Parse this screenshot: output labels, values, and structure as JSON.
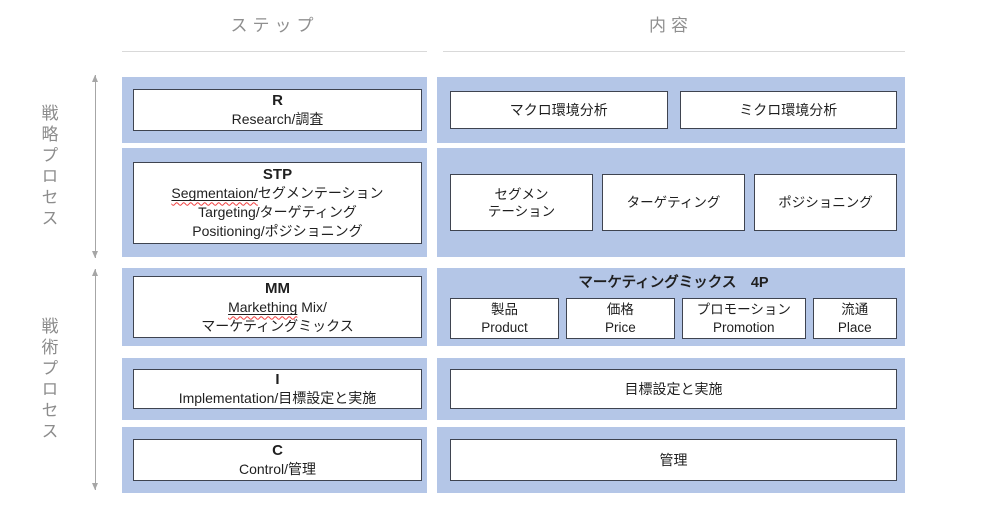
{
  "colors": {
    "row_bg": "#b4c6e7",
    "box_border": "#3f4450",
    "header_text": "#8f8f8f",
    "rail_text": "#8c8c8c",
    "arrow": "#a6a6a6",
    "divider": "#d9d9d9",
    "squiggle": "#f03e3e",
    "text": "#1f1f1f"
  },
  "headers": {
    "steps": "ステップ",
    "contents": "内容"
  },
  "rail": {
    "strategy": "戦略プロセス",
    "tactics": "戦術プロセス"
  },
  "steps": {
    "research": {
      "abbr": "R",
      "desc": "Research/調査"
    },
    "stp": {
      "abbr": "STP",
      "line1_misspelled": "Segmentaion/",
      "line1_rest": "セグメンテーション",
      "line2": "Targeting/ターゲティング",
      "line3": "Positioning/ポジショニング"
    },
    "mm": {
      "abbr": "MM",
      "line1_misspelled": "Markething",
      "line1_rest": " Mix/",
      "line2": "マーケティングミックス"
    },
    "implementation": {
      "abbr": "I",
      "desc": "Implementation/目標設定と実施"
    },
    "control": {
      "abbr": "C",
      "desc": "Control/管理"
    }
  },
  "contents": {
    "analysis": {
      "macro": "マクロ環境分析",
      "micro": "ミクロ環境分析"
    },
    "stp": {
      "seg_line1": "セグメン",
      "seg_line2": "テーション",
      "targeting": "ターゲティング",
      "positioning": "ポジショニング"
    },
    "mix": {
      "title": "マーケティングミックス　4P",
      "items": [
        {
          "ja": "製品",
          "en": "Product"
        },
        {
          "ja": "価格",
          "en": "Price"
        },
        {
          "ja": "プロモーション",
          "en": "Promotion"
        },
        {
          "ja": "流通",
          "en": "Place"
        }
      ]
    },
    "implementation": "目標設定と実施",
    "control": "管理"
  }
}
